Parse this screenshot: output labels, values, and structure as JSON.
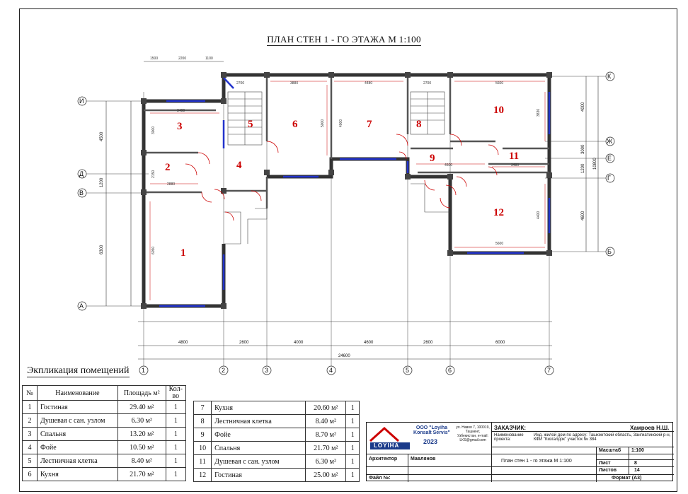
{
  "title": "ПЛАН СТЕН 1 - ГО ЭТАЖА   М 1:100",
  "axes_letters": {
    "K": "К",
    "ZH": "Ж",
    "E": "Е",
    "G": "Г",
    "B": "Б",
    "I": "И",
    "D": "Д",
    "V": "В",
    "A": "А"
  },
  "axes_numbers": [
    "1",
    "2",
    "3",
    "4",
    "5",
    "6",
    "7"
  ],
  "room_numbers": [
    "1",
    "2",
    "3",
    "4",
    "5",
    "6",
    "7",
    "8",
    "9",
    "10",
    "11",
    "12"
  ],
  "dims": {
    "top": [
      "1500",
      "2200",
      "1100"
    ],
    "bottom_segments": [
      "4800",
      "2600",
      "4000",
      "4600",
      "2600",
      "6000"
    ],
    "bottom_total": "24600",
    "left": [
      "4500",
      "1200",
      "6300"
    ],
    "right": [
      "4000",
      "3000",
      "1200",
      "4600"
    ],
    "right_total": "10800",
    "inner": [
      "3400",
      "3000",
      "2880",
      "2150",
      "6050",
      "2700",
      "3880",
      "5000",
      "4480",
      "4000",
      "2700",
      "5600",
      "3830",
      "4600",
      "3480",
      "5600",
      "4400"
    ]
  },
  "explication_title": "Экпликация помещений",
  "table_headers": {
    "no": "№",
    "name": "Наименование",
    "area": "Площадь м²",
    "qty": "Кол-во"
  },
  "rooms_left": [
    {
      "n": "1",
      "name": "Гостиная",
      "area": "29.40 м²",
      "q": "1"
    },
    {
      "n": "2",
      "name": "Душевая с сан. узлом",
      "area": "6.30 м²",
      "q": "1"
    },
    {
      "n": "3",
      "name": "Спальня",
      "area": "13.20 м²",
      "q": "1"
    },
    {
      "n": "4",
      "name": "Фойе",
      "area": "10.50 м²",
      "q": "1"
    },
    {
      "n": "5",
      "name": "Лестничная клетка",
      "area": "8.40 м²",
      "q": "1"
    },
    {
      "n": "6",
      "name": "Кухня",
      "area": "21.70 м²",
      "q": "1"
    }
  ],
  "rooms_right": [
    {
      "n": "7",
      "name": "Кухня",
      "area": "20.60 м²",
      "q": "1"
    },
    {
      "n": "8",
      "name": "Лестничная клетка",
      "area": "8.40 м²",
      "q": "1"
    },
    {
      "n": "9",
      "name": "Фойе",
      "area": "8.70 м²",
      "q": "1"
    },
    {
      "n": "10",
      "name": "Спальня",
      "area": "21.70 м²",
      "q": "1"
    },
    {
      "n": "11",
      "name": "Душевая с сан. узлом",
      "area": "6.30 м²",
      "q": "1"
    },
    {
      "n": "12",
      "name": "Гостиная",
      "area": "25.00 м²",
      "q": "1"
    }
  ],
  "stamp": {
    "company": "ООО \"Loyiha Konsalt Servis\"",
    "logo_text": "LOYIHA",
    "year": "2023",
    "address": "ул. Навоя 7, 100019, Ташкент, Узбекистан, e-mail: LKS@gmail.com",
    "client_label": "ЗАКАЗЧИК:",
    "client_name": "Хамроев Н.Ш.",
    "project_label": "Наименование проекта:",
    "project_name": "Инд. жилой дом по адресу: Ташкентский область, Зангиатинский р-н, КФИ \"Кизгалдок\" участок № 384",
    "architect_label": "Архитектор",
    "architect_name": "Мавлянов",
    "sheet_title": "План стен 1 - го этажа    М 1:100",
    "scale_label": "Масштаб",
    "scale_value": "1:100",
    "sheet_label": "Лист",
    "sheet_value": "8",
    "sheets_label": "Листов",
    "sheets_value": "14",
    "file_label": "Файл №:",
    "format_label": "Формат (А3)"
  }
}
